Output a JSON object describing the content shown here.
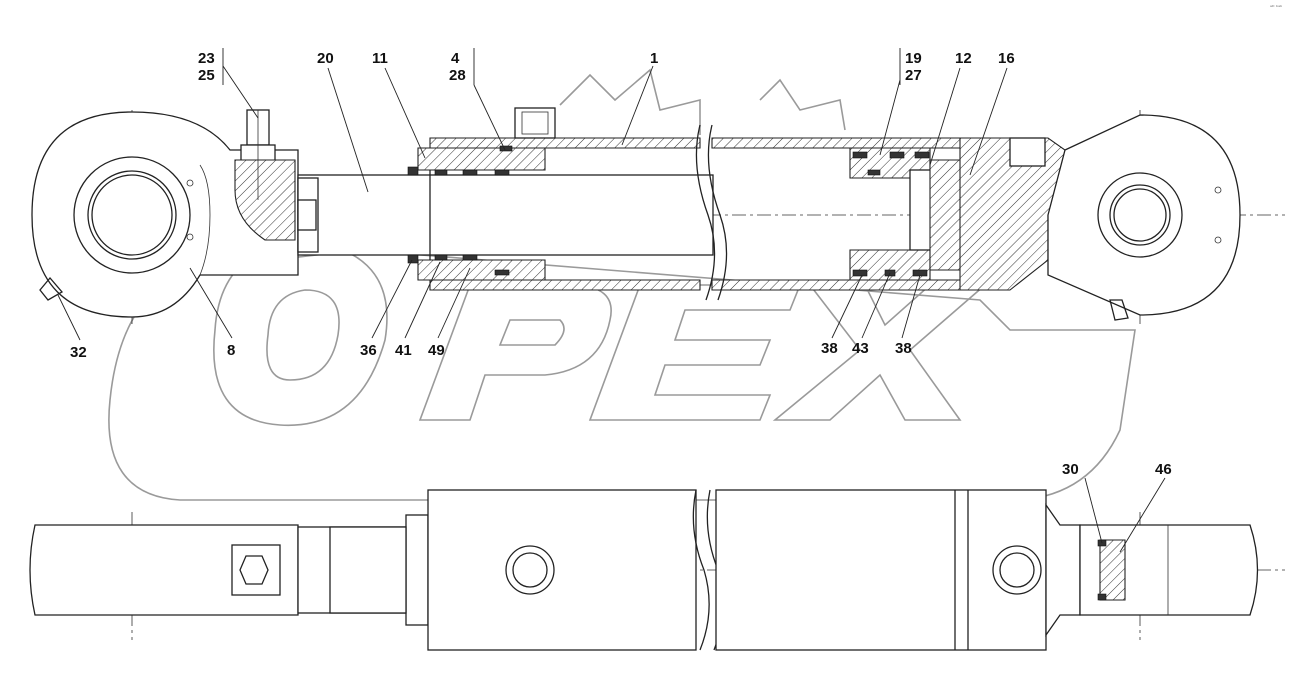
{
  "corner_note": "ᵃᴰ ᵇᵃᵇ",
  "callouts": {
    "c1": "1",
    "c4": "4",
    "c28": "28",
    "c11": "11",
    "c20": "20",
    "c23": "23",
    "c25": "25",
    "c19": "19",
    "c27": "27",
    "c12": "12",
    "c16": "16",
    "c32": "32",
    "c8": "8",
    "c36": "36",
    "c41": "41",
    "c49": "49",
    "c38a": "38",
    "c43": "43",
    "c38b": "38",
    "c30": "30",
    "c46": "46"
  },
  "watermark": {
    "text": "OPEX",
    "color": "#9a9a9a"
  }
}
